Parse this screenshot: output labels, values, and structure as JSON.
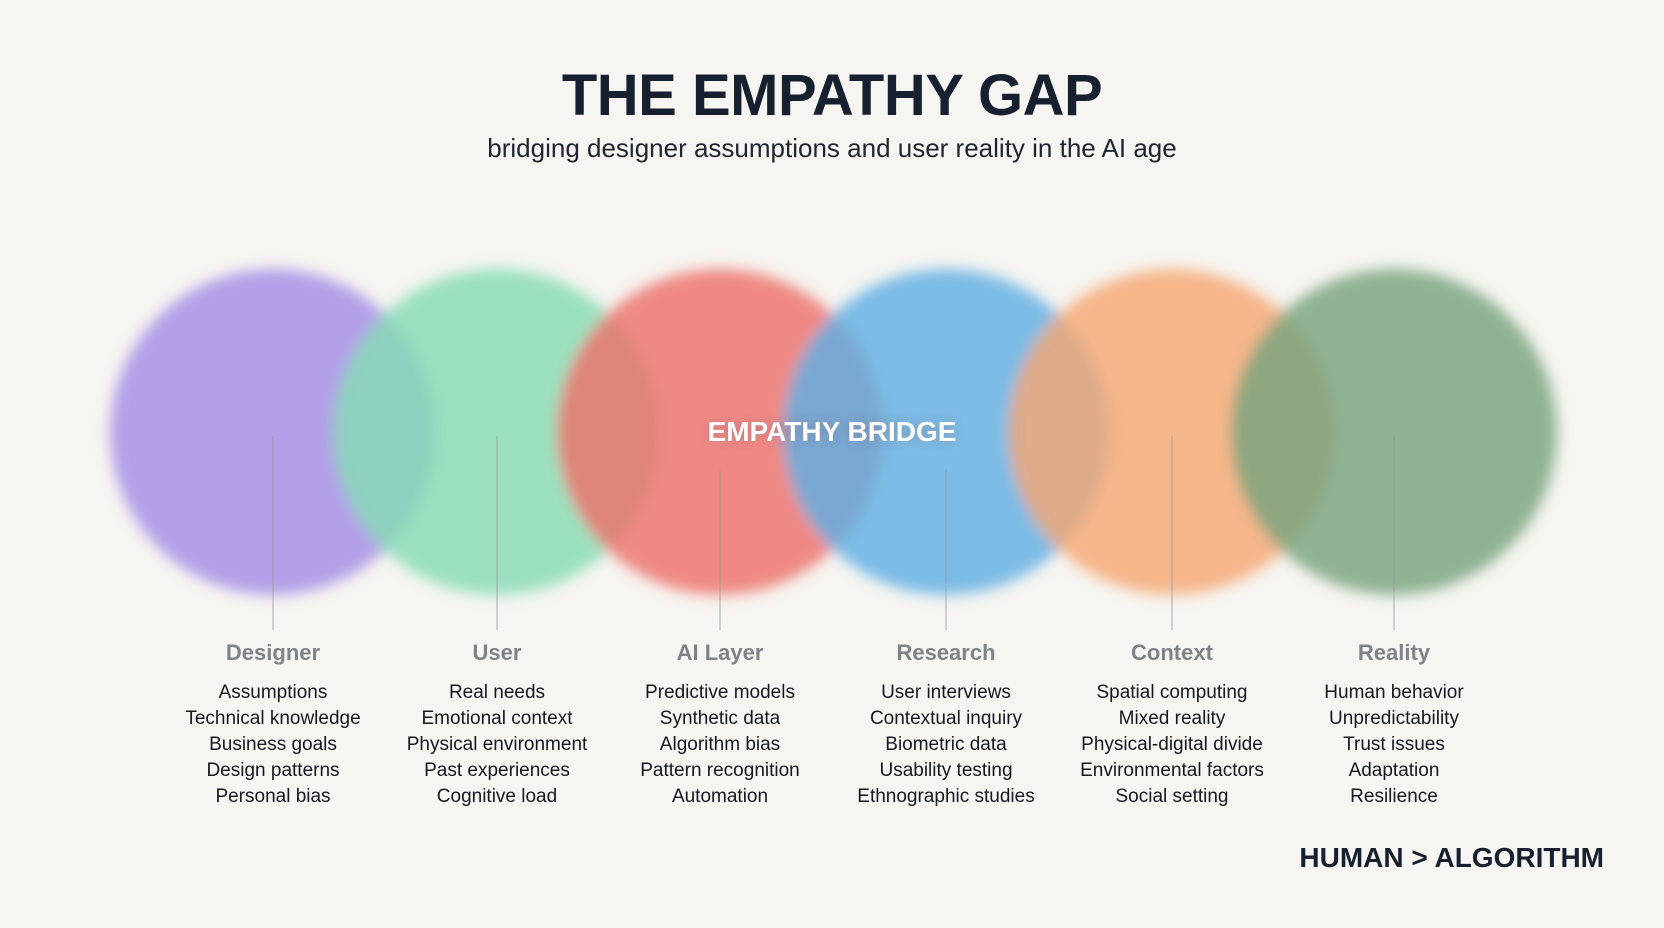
{
  "title": "THE EMPATHY GAP",
  "subtitle": "bridging designer assumptions and user reality in the AI age",
  "bridge_label": "EMPATHY BRIDGE",
  "footer": "HUMAN > ALGORITHM",
  "colors": {
    "background": "#f6f5f1",
    "designer": "#a58ee6",
    "user": "#86dcb4",
    "ai_layer": "#ee716b",
    "research": "#60b0e4",
    "context": "#f5a874",
    "reality": "#78a47e"
  },
  "columns": [
    {
      "title": "Designer",
      "color": "#a58ee6",
      "items": [
        "Assumptions",
        "Technical knowledge",
        "Business goals",
        "Design patterns",
        "Personal bias"
      ]
    },
    {
      "title": "User",
      "color": "#86dcb4",
      "items": [
        "Real needs",
        "Emotional context",
        "Physical environment",
        "Past experiences",
        "Cognitive load"
      ]
    },
    {
      "title": "AI Layer",
      "color": "#ee716b",
      "items": [
        "Predictive models",
        "Synthetic data",
        "Algorithm bias",
        "Pattern recognition",
        "Automation"
      ]
    },
    {
      "title": "Research",
      "color": "#60b0e4",
      "items": [
        "User interviews",
        "Contextual inquiry",
        "Biometric data",
        "Usability testing",
        "Ethnographic studies"
      ]
    },
    {
      "title": "Context",
      "color": "#f5a874",
      "items": [
        "Spatial computing",
        "Mixed reality",
        "Physical-digital divide",
        "Environmental factors",
        "Social setting"
      ]
    },
    {
      "title": "Reality",
      "color": "#78a47e",
      "items": [
        "Human behavior",
        "Unpredictability",
        "Trust issues",
        "Adaptation",
        "Resilience"
      ]
    }
  ]
}
